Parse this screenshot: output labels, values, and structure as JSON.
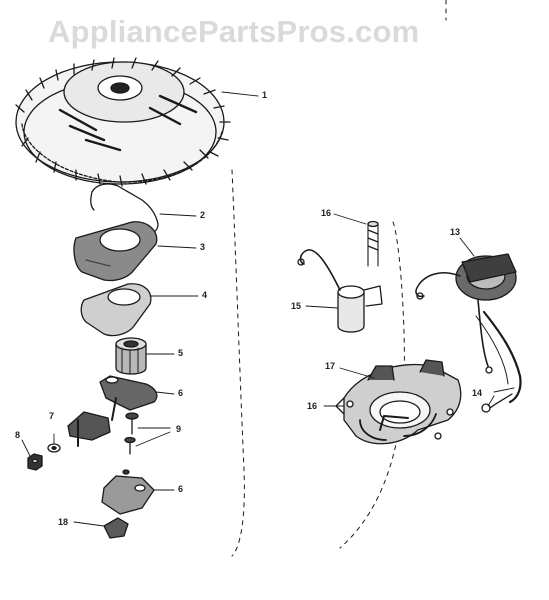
{
  "watermark": "AppliancePartsPros.com",
  "callouts": {
    "c1": "1",
    "c2": "2",
    "c3": "3",
    "c4": "4",
    "c5": "5",
    "c6a": "6",
    "c6b": "6",
    "c7": "7",
    "c8": "8",
    "c9": "9",
    "c13": "13",
    "c14": "14",
    "c15": "15",
    "c16a": "16",
    "c16b": "16",
    "c17": "17",
    "c18": "18"
  }
}
